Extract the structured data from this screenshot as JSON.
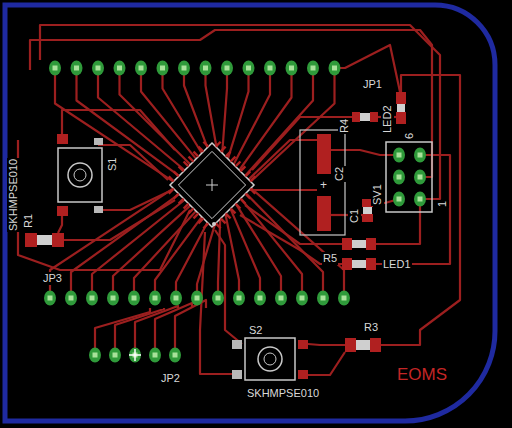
{
  "diagram": {
    "labels": [
      "JP1",
      "R4",
      "LED2",
      "C2",
      "+",
      "C1",
      "SV1",
      "6",
      "1",
      "R5",
      "LED1",
      "R3",
      "S2",
      "SKHMPSE010",
      "S1",
      "SKHMPSE010",
      "R1",
      "JP3",
      "JP2",
      "EOMS"
    ]
  }
}
